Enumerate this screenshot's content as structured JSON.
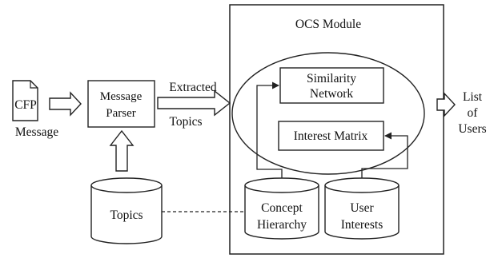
{
  "module_title": "OCS Module",
  "message": {
    "doc_label": "CFP",
    "caption": "Message"
  },
  "parser": {
    "line1": "Message",
    "line2": "Parser"
  },
  "flow_labels": {
    "top": "Extracted",
    "bottom": "Topics"
  },
  "similarity": {
    "line1": "Similarity",
    "line2": "Network"
  },
  "interest_matrix": "Interest Matrix",
  "databases": {
    "topics": "Topics",
    "concept": {
      "line1": "Concept",
      "line2": "Hierarchy"
    },
    "user_interests": {
      "line1": "User",
      "line2": "Interests"
    }
  },
  "output": {
    "line1": "List",
    "line2": "of",
    "line3": "Users"
  }
}
